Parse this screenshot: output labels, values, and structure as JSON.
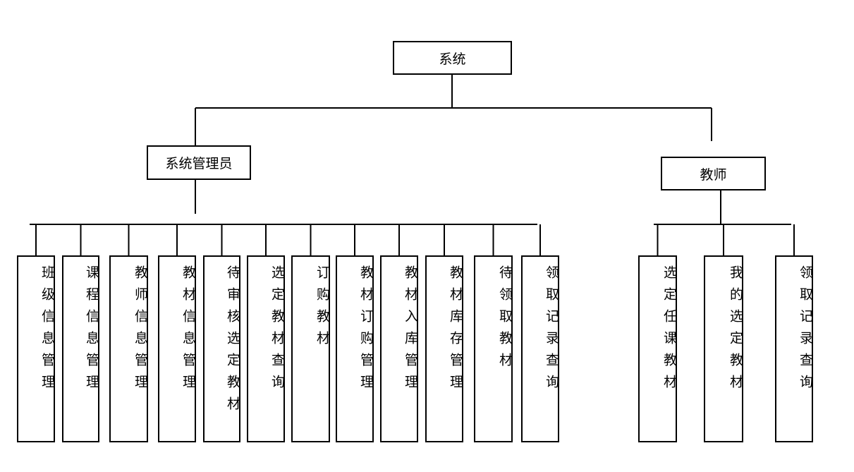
{
  "root": {
    "label": "系统"
  },
  "admin": {
    "label": "系统管理员",
    "children": [
      "班级信息管理",
      "课程信息管理",
      "教师信息管理",
      "教材信息管理",
      "待审核选定教材",
      "选定教材查询",
      "订购教材",
      "教材订购管理",
      "教材入库管理",
      "教材库存管理",
      "待领取教材",
      "领取记录查询"
    ]
  },
  "teacher": {
    "label": "教师",
    "children": [
      "选定任课教材",
      "我的选定教材",
      "领取记录查询"
    ]
  }
}
